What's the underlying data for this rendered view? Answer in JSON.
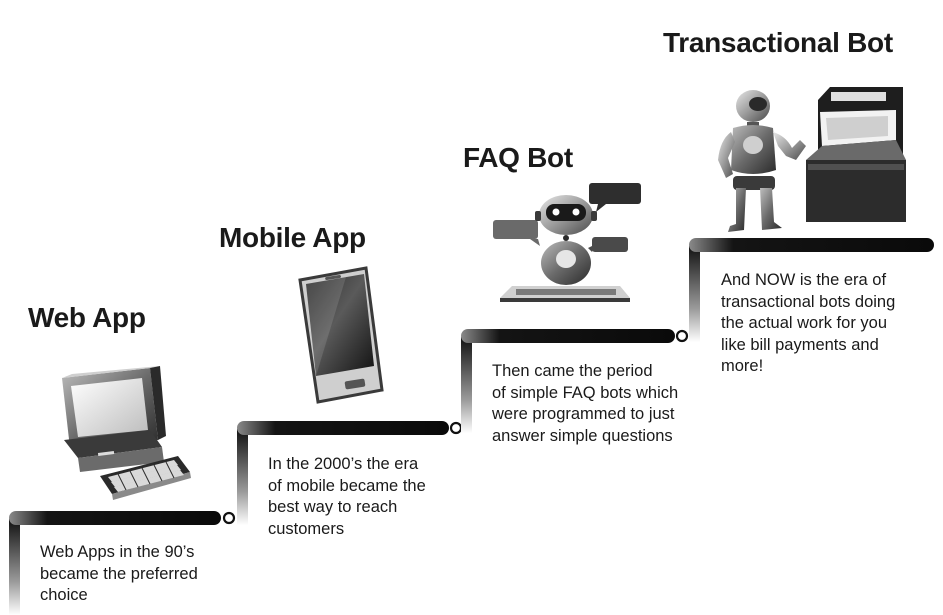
{
  "stages": [
    {
      "title": "Web App",
      "icon": "desktop-computer-icon",
      "lines": [
        "Web Apps in the 90’s",
        "became the preferred",
        "choice"
      ]
    },
    {
      "title": "Mobile App",
      "icon": "smartphone-icon",
      "lines": [
        "In the 2000’s the era",
        "of mobile became the",
        "best way to reach",
        "customers"
      ]
    },
    {
      "title": "FAQ Bot",
      "icon": "chatbot-icon",
      "lines": [
        "Then came the period",
        "of simple FAQ bots which",
        "were programmed to just",
        "answer simple questions"
      ]
    },
    {
      "title": "Transactional Bot",
      "icon": "robot-atm-icon",
      "lines": [
        "And NOW is the era of",
        "transactional bots doing",
        "the actual work for you",
        "like bill payments and",
        "more!"
      ]
    }
  ],
  "colors": {
    "step_dark": "#0d0d0d",
    "step_fade": "#bdbdbd",
    "text": "#1a1a1a"
  }
}
